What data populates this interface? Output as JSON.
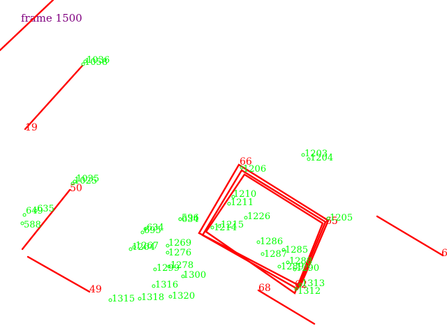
{
  "frame_label": "frame 1500",
  "colors": {
    "background": "#ffffff",
    "segment": "#ff0000",
    "segment_label": "#ff0000",
    "point_label": "#00ff00",
    "frame_label": "#800080"
  },
  "segment_labels": [
    "19",
    "50",
    "49",
    "68",
    "62",
    "65",
    "66",
    "6"
  ],
  "point_labels": [
    "1058",
    "1035",
    "1036",
    "1025",
    "649",
    "635",
    "588",
    "695",
    "596",
    "634",
    "634",
    "1264",
    "1267",
    "1269",
    "1276",
    "1278",
    "1299",
    "1300",
    "1315",
    "1316",
    "1318",
    "1320",
    "1210",
    "1211",
    "1226",
    "1285",
    "1286",
    "1287",
    "1288",
    "1289",
    "1290",
    "1312",
    "1313",
    "1214",
    "1215",
    "1203",
    "1204",
    "1205",
    "1206"
  ]
}
